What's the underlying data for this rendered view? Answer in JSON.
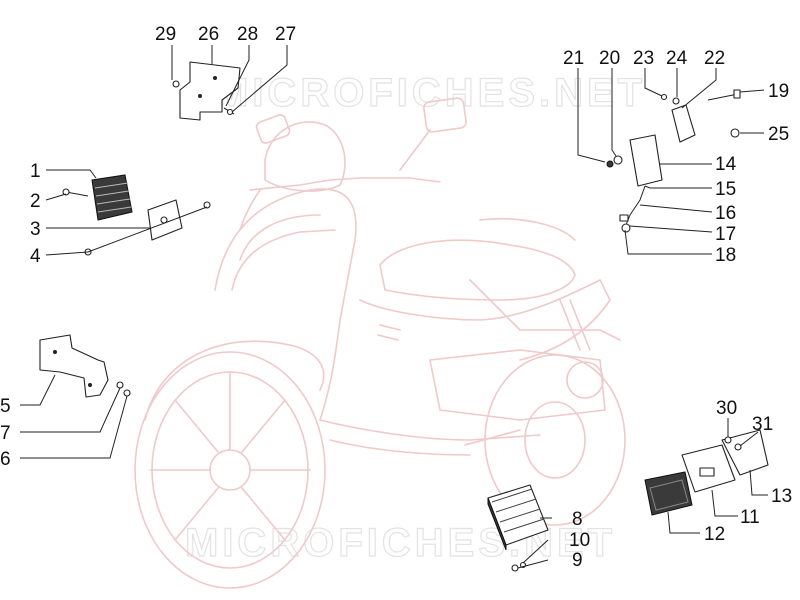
{
  "watermark": "MICROFICHES.NET",
  "callouts": {
    "c1": "1",
    "c2": "2",
    "c3": "3",
    "c4": "4",
    "c5": "5",
    "c6": "6",
    "c7": "7",
    "c8": "8",
    "c9": "9",
    "c10": "10",
    "c11": "11",
    "c12": "12",
    "c13": "13",
    "c14": "14",
    "c15": "15",
    "c16": "16",
    "c17": "17",
    "c18": "18",
    "c19": "19",
    "c20": "20",
    "c21": "21",
    "c22": "22",
    "c23": "23",
    "c24": "24",
    "c25": "25",
    "c26": "26",
    "c27": "27",
    "c28": "28",
    "c29": "29",
    "c30": "30",
    "c31": "31"
  },
  "colors": {
    "ghost_outline": "#f0c9c9",
    "watermark": "#e3e3e3",
    "ink": "#111111"
  }
}
